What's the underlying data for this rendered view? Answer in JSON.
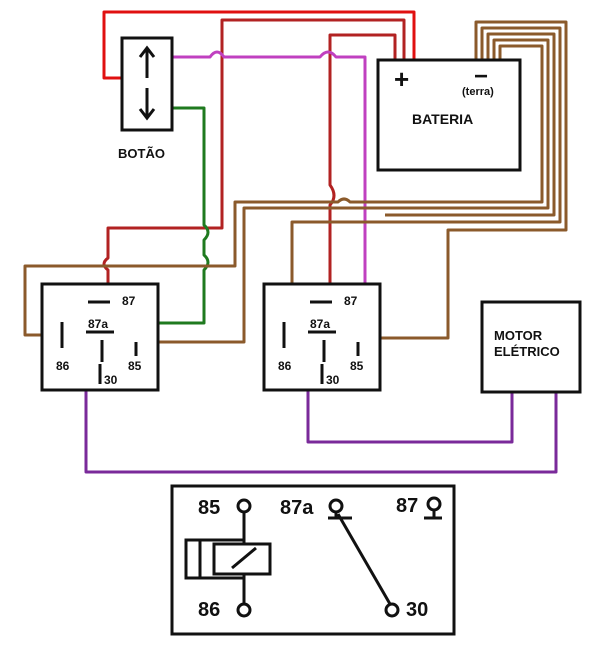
{
  "labels": {
    "switch": "BOTÃO",
    "battery": "BATERIA",
    "battery_plus": "+",
    "battery_minus": "−",
    "ground": "(terra)",
    "motor_line1": "MOTOR",
    "motor_line2": "ELÉTRICO"
  },
  "relay": {
    "pin_87": "87",
    "pin_87a": "87a",
    "pin_86": "86",
    "pin_85": "85",
    "pin_30": "30"
  },
  "legend": {
    "pin_85": "85",
    "pin_86": "86",
    "pin_87a": "87a",
    "pin_87": "87",
    "pin_30": "30"
  },
  "colors": {
    "red": "#e01010",
    "dark_red": "#b22222",
    "magenta": "#c040c0",
    "green": "#1f7a1f",
    "brown": "#8b5a2b",
    "purple": "#7a2a9a",
    "black": "#111111"
  }
}
